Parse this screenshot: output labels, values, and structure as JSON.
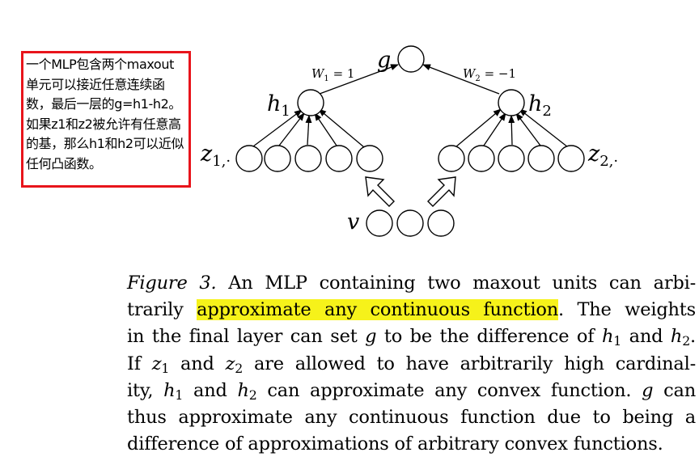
{
  "annotation": {
    "text": "一个MLP包含两个maxout单元可以接近任意连续函数，最后一层的g=h1-h2。如果z1和z2被允许有任意高的基，那么h1和h2可以近似任何凸函数。"
  },
  "diagram": {
    "g": "g",
    "h1": "h",
    "h1_sub": "1",
    "h2": "h",
    "h2_sub": "2",
    "w1_label": "W",
    "w1_sub": "1",
    "w1_eq": " = 1",
    "w2_label": "W",
    "w2_sub": "2",
    "w2_eq": " = −1",
    "z1": "z",
    "z1_sub": "1,·",
    "z2": "z",
    "z2_sub": "2,·",
    "v": "v"
  },
  "caption": {
    "label": "Figure 3.",
    "line1_rest": " An MLP containing two maxout units can arbi-",
    "line2_pre": "trarily ",
    "line2_highlight": "approximate any continuous function",
    "line2_post": ". The weights",
    "line3_a": "in the final layer can set ",
    "line3_g": "g",
    "line3_b": " to be the difference of ",
    "line3_h1": "h",
    "line3_h1_sub": "1",
    "line3_and": " and ",
    "line3_h2": "h",
    "line3_h2_sub": "2",
    "line3_end": ".",
    "line4_a": "If ",
    "line4_z1": "z",
    "line4_z1_sub": "1",
    "line4_and": " and ",
    "line4_z2": "z",
    "line4_z2_sub": "2",
    "line4_b": " are allowed to have arbitrarily high cardinal-",
    "line5_a": "ity, ",
    "line5_h1": "h",
    "line5_h1_sub": "1",
    "line5_and": " and ",
    "line5_h2": "h",
    "line5_h2_sub": "2",
    "line5_b": " can approximate any convex function. ",
    "line5_g": "g",
    "line5_c": " can",
    "line6": "thus approximate any continuous function due to being a",
    "line7": "difference of approximations of arbitrary convex functions."
  },
  "colors": {
    "annotation_border": "#e8141b",
    "highlight": "#f6f21a"
  }
}
